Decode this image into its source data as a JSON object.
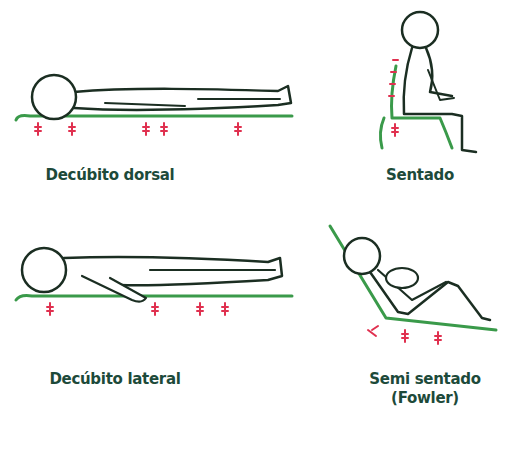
{
  "diagram": {
    "labels": [
      "Decúbito dorsal",
      "Sentado",
      "Decúbito lateral",
      "Semi sentado (Fowler)"
    ]
  }
}
